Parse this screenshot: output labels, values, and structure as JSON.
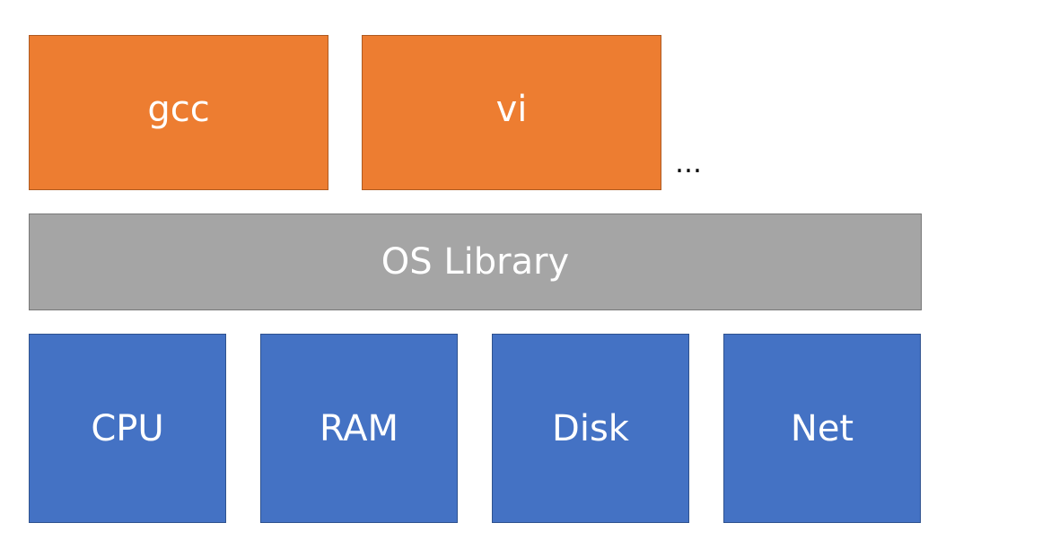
{
  "applications": {
    "items": [
      {
        "label": "gcc"
      },
      {
        "label": "vi"
      }
    ],
    "more_indicator": "…"
  },
  "os_library": {
    "label": "OS Library"
  },
  "hardware": {
    "items": [
      {
        "label": "CPU"
      },
      {
        "label": "RAM"
      },
      {
        "label": "Disk"
      },
      {
        "label": "Net"
      }
    ]
  },
  "colors": {
    "application_fill": "#ED7D31",
    "library_fill": "#A5A5A5",
    "hardware_fill": "#4472C4",
    "label_text": "#FFFFFF"
  }
}
